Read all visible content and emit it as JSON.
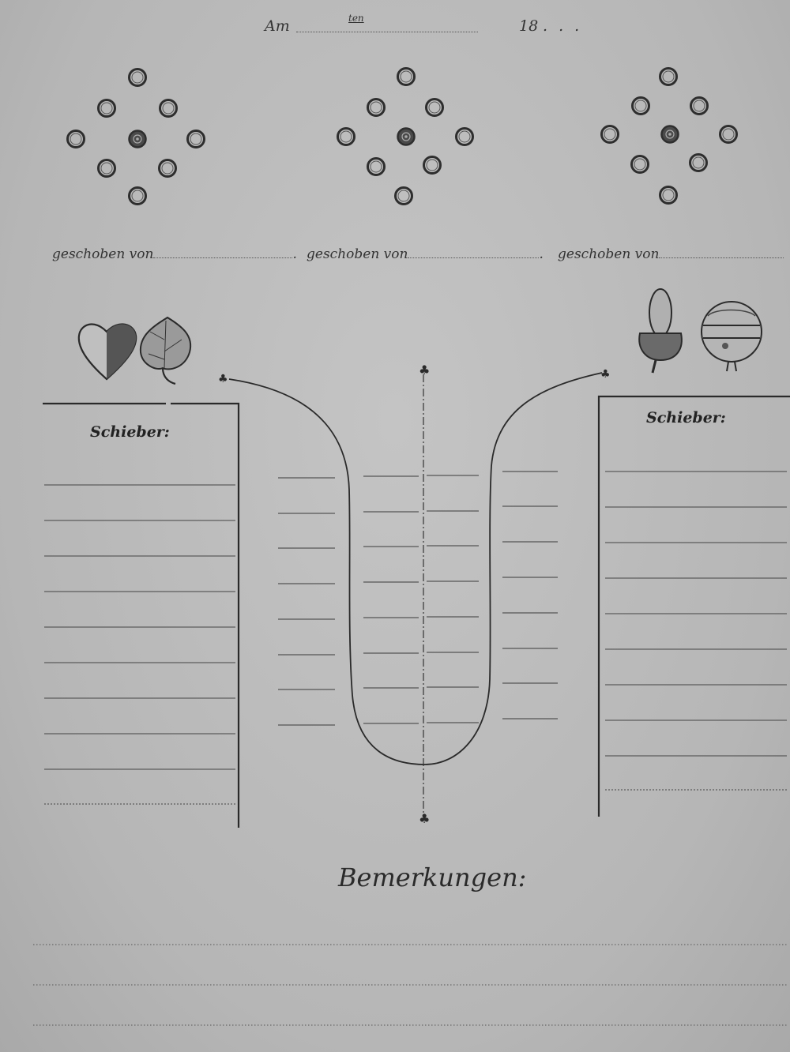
{
  "header": {
    "am": "Am",
    "ten": "ten",
    "year": "18",
    "trail": ". . ."
  },
  "pushed": [
    {
      "label": "geschoben von"
    },
    {
      "label": "geschoben von"
    },
    {
      "label": "geschoben von"
    }
  ],
  "left_column": {
    "title": "Schieber:"
  },
  "right_column": {
    "title": "Schieber:"
  },
  "remarks": {
    "title": "Bemerkungen:"
  },
  "suits": {
    "left": [
      "heart-icon",
      "leaf-icon"
    ],
    "right": [
      "acorn-icon",
      "bell-icon"
    ]
  }
}
